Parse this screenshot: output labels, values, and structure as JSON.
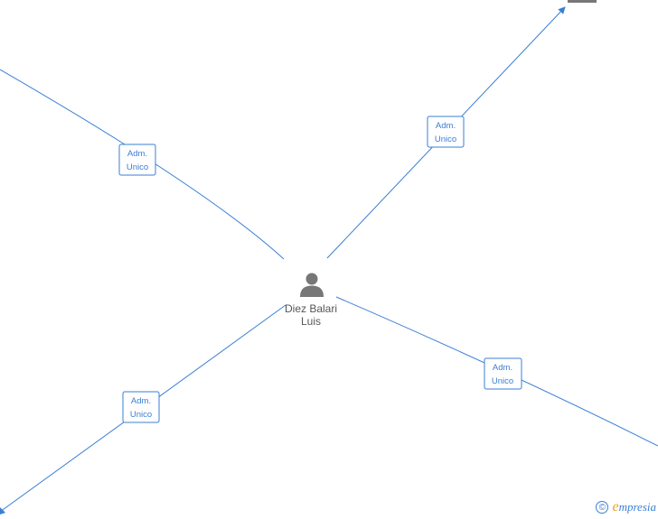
{
  "center_person": {
    "name_line1": "Diez Balari",
    "name_line2": "Luis",
    "icon": "person-icon"
  },
  "edges": [
    {
      "label_line1": "Adm.",
      "label_line2": "Unico"
    },
    {
      "label_line1": "Adm.",
      "label_line2": "Unico"
    },
    {
      "label_line1": "Adm.",
      "label_line2": "Unico"
    },
    {
      "label_line1": "Adm.",
      "label_line2": "Unico"
    }
  ],
  "watermark": {
    "copyright_symbol": "©",
    "brand_first_letter": "e",
    "brand_rest": "mpresia"
  },
  "colors": {
    "edge": "#3a7fd5",
    "person_icon": "#777777",
    "person_text": "#555555",
    "brand_accent": "#f0a020"
  }
}
